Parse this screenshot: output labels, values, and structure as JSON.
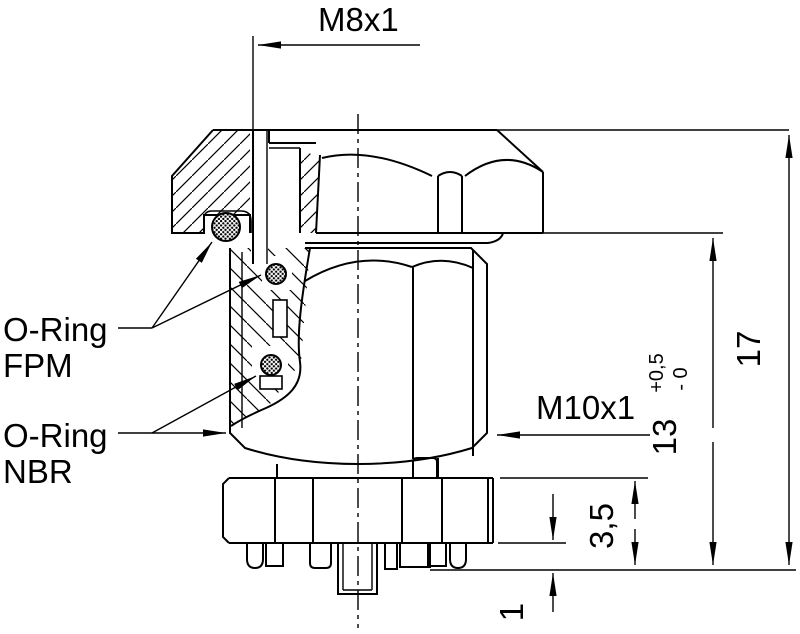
{
  "drawing": {
    "type": "technical-section-drawing",
    "colors": {
      "line": "#000000",
      "background": "#ffffff"
    },
    "dimensions": {
      "thread_top": "M8x1",
      "thread_body": "M10x1",
      "height_total": "17",
      "height_body": "13",
      "height_body_tol_plus": "+0,5",
      "height_body_tol_minus": "- 0",
      "disc_height": "3,5",
      "pin_height": "1"
    },
    "labels": {
      "oring_fpm_line1": "O-Ring",
      "oring_fpm_line2": "FPM",
      "oring_nbr_line1": "O-Ring",
      "oring_nbr_line2": "NBR"
    }
  }
}
